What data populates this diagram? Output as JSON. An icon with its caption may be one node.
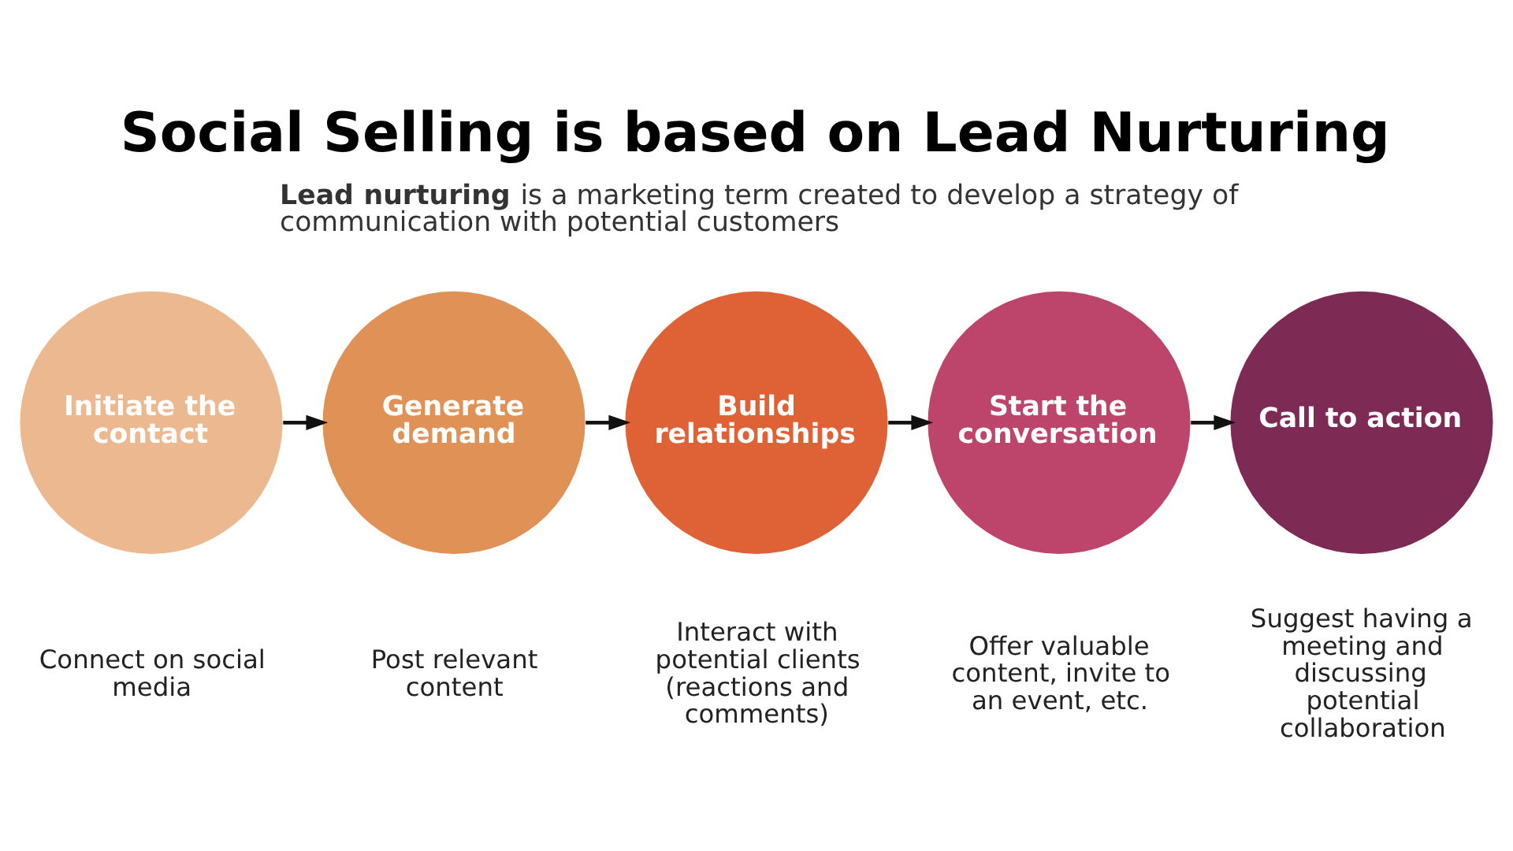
{
  "diagram": {
    "title": "Social Selling is based on Lead Nurturing",
    "nodes": [
      {
        "text": [
          "Initiate the contact"
        ],
        "beside": [
          "Connect on social media"
        ]
      },
      {
        "text": [
          "Generate demand"
        ],
        "beside": [
          "Post relevant content"
        ]
      },
      {
        "text": [
          "Build relationships"
        ],
        "beside": [
          "Interact with potential clients (reactions and comments)"
        ]
      },
      {
        "text": [
          "Start the conversation"
        ],
        "beside": [
          "Offer valuable content, invite to an event, etc."
        ]
      },
      {
        "text": [
          "Call to action"
        ],
        "beside": [
          "Suggest having a meeting and discussing potential collaboration"
        ]
      }
    ],
    "edges": [
      {
        "from": 0,
        "to": 1,
        "arrow": "to"
      },
      {
        "from": 1,
        "to": 2,
        "arrow": "to"
      },
      {
        "from": 2,
        "to": 3,
        "arrow": "to"
      },
      {
        "from": 3,
        "to": 4,
        "arrow": "to"
      }
    ],
    "labels": [
      "**Lead nurturing** is a marketing term created to develop a strategy of communication with potential customers"
    ]
  }
}
